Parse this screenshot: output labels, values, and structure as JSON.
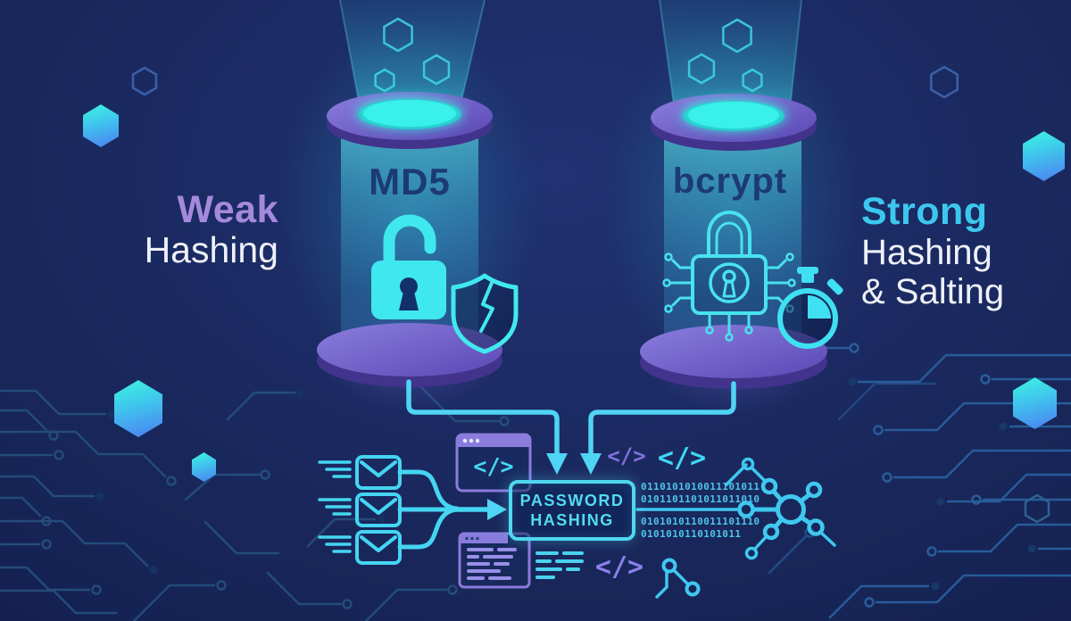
{
  "meta": {
    "title": "Weak vs Strong Password Hashing"
  },
  "left_panel": {
    "heading_accent": "Weak",
    "heading_rest": "Hashing",
    "algorithm": "MD5",
    "icons": [
      "unlocked-padlock-icon",
      "broken-shield-icon",
      "database-cylinder",
      "light-beam"
    ]
  },
  "right_panel": {
    "heading_accent": "Strong",
    "heading_line2": "Hashing",
    "heading_line3": "& Salting",
    "algorithm": "bcrypt",
    "icons": [
      "circuit-padlock-icon",
      "stopwatch-icon",
      "database-cylinder",
      "light-beam"
    ]
  },
  "flow": {
    "box_line1": "PASSWORD",
    "box_line2": "HASHING",
    "code_tag": "</>",
    "binary_lines": [
      "0110101010011101011",
      "0101101101011011010",
      "0101010110011101110",
      "0101010110101011"
    ],
    "icons": [
      "envelope-icon",
      "code-window-icon",
      "network-node-icon",
      "arrow-icon"
    ]
  },
  "colors": {
    "background_deep": "#0b1440",
    "background_mid": "#182659",
    "accent_cyan": "#3fe0f2",
    "accent_purple": "#8a7cdc",
    "rim_purple": "#7c6dd2",
    "glow_teal": "#35e0d8",
    "heading_purple": "#a589dd",
    "heading_cyan": "#3cc8ee",
    "heading_white": "#eef1f8",
    "cylinder_text": "#1c3a74",
    "binary_text": "#4fc4e8",
    "circuit_trace": "#2a5f9e"
  }
}
